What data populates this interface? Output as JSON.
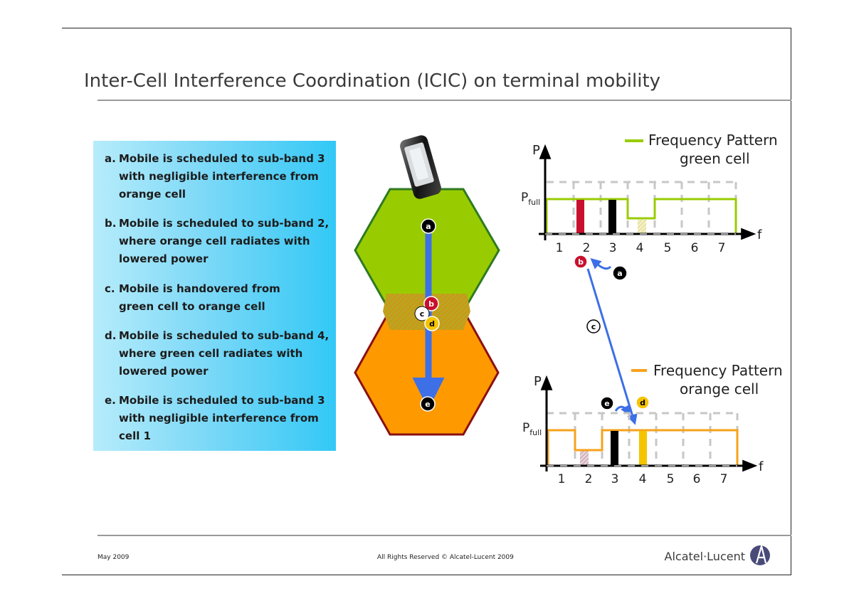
{
  "slide": {
    "title": "Inter-Cell Interference Coordination (ICIC) on terminal mobility"
  },
  "steps": [
    {
      "label": "a.",
      "text": "Mobile is scheduled to sub-band 3 with negligible interference from orange cell"
    },
    {
      "label": "b.",
      "text": "Mobile is scheduled to sub-band 2, where orange cell radiates with lowered power"
    },
    {
      "label": "c.",
      "text": "Mobile is handovered from green cell to orange cell"
    },
    {
      "label": "d.",
      "text": "Mobile is scheduled to sub-band 4, where green cell radiates with lowered power"
    },
    {
      "label": "e.",
      "text": "Mobile is scheduled to sub-band 3 with negligible interference from cell 1"
    }
  ],
  "markers": [
    "a",
    "b",
    "c",
    "d",
    "e"
  ],
  "charts": {
    "green": {
      "legend_line1": "Frequency Pattern",
      "legend_line2": "green cell",
      "y_axis": "P",
      "x_axis": "f",
      "p_full": "P",
      "p_full_sub": "full",
      "bands": [
        "1",
        "2",
        "3",
        "4",
        "5",
        "6",
        "7"
      ],
      "color": "#99cc00"
    },
    "orange": {
      "legend_line1": "Frequency Pattern",
      "legend_line2": "orange cell",
      "y_axis": "P",
      "x_axis": "f",
      "p_full": "P",
      "p_full_sub": "full",
      "bands": [
        "1",
        "2",
        "3",
        "4",
        "5",
        "6",
        "7"
      ],
      "color": "#f7a21b"
    }
  },
  "footer": {
    "date": "May 2009",
    "rights": "All Rights Reserved © Alcatel-Lucent 2009",
    "brand": "Alcatel·Lucent"
  },
  "colors": {
    "green_cell": "#99cc00",
    "orange_cell": "#ff9900",
    "arrow_blue": "#3d6fe6",
    "marker_red": "#c8102e",
    "marker_yellow": "#f5c400"
  }
}
